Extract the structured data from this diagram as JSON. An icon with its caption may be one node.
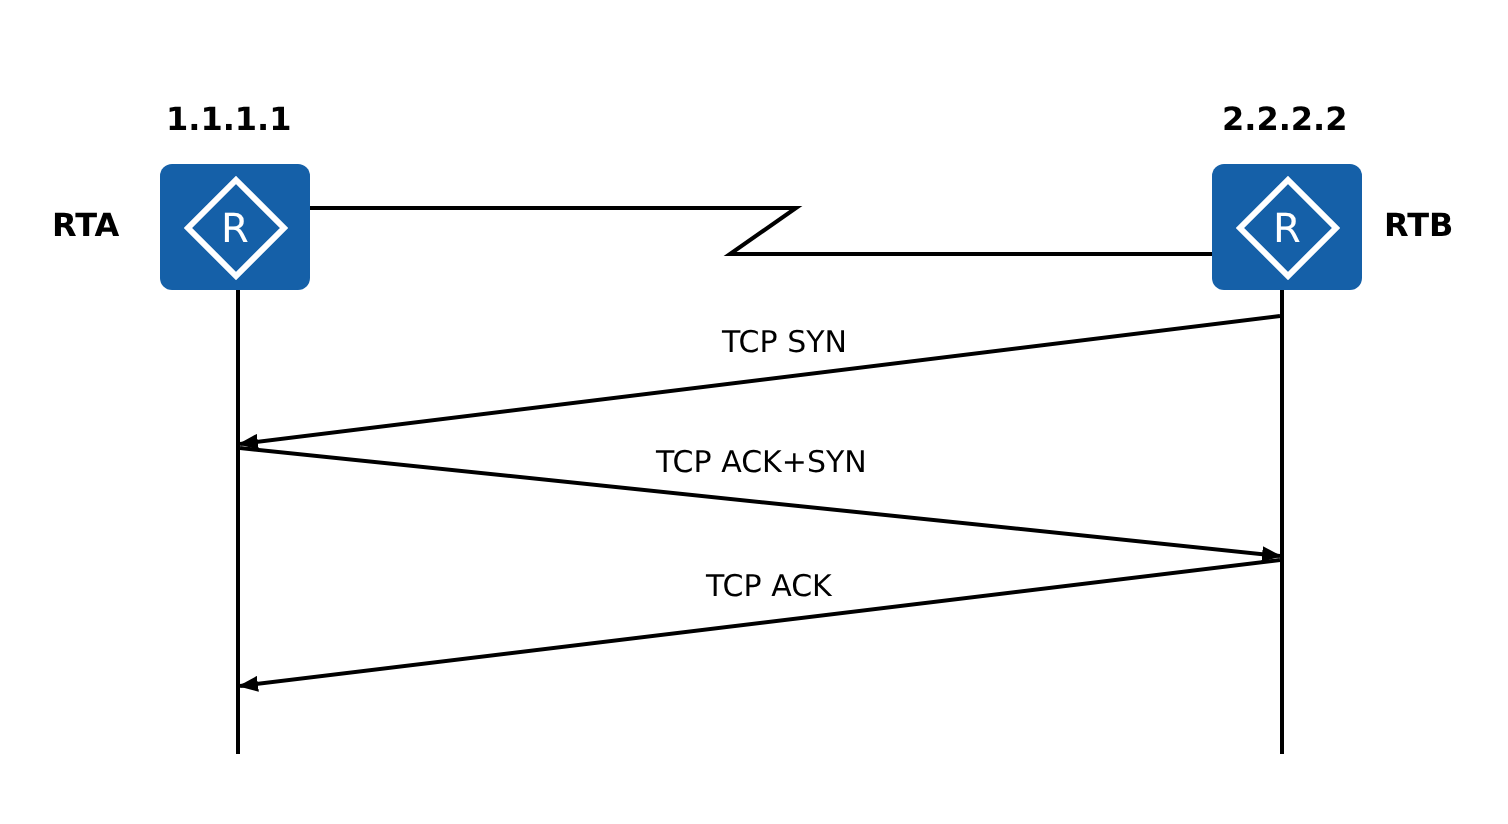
{
  "diagram": {
    "nodes": [
      {
        "text": [
          "R"
        ],
        "beside": [
          "1.1.1.1",
          "RTA"
        ]
      },
      {
        "text": [
          "R"
        ],
        "beside": [
          "2.2.2.2",
          "RTB"
        ]
      },
      {
        "text": [],
        "shape": "bar"
      },
      {
        "text": [],
        "shape": "bar"
      }
    ],
    "edges": [
      {
        "from": 0,
        "to": 1,
        "arrow": "none"
      },
      {
        "from": 3,
        "to": 2,
        "arrow": "to",
        "label": "TCP SYN"
      },
      {
        "from": 2,
        "to": 3,
        "arrow": "to",
        "label": "TCP ACK+SYN"
      },
      {
        "from": 3,
        "to": 2,
        "arrow": "to",
        "label": "TCP ACK"
      }
    ]
  }
}
